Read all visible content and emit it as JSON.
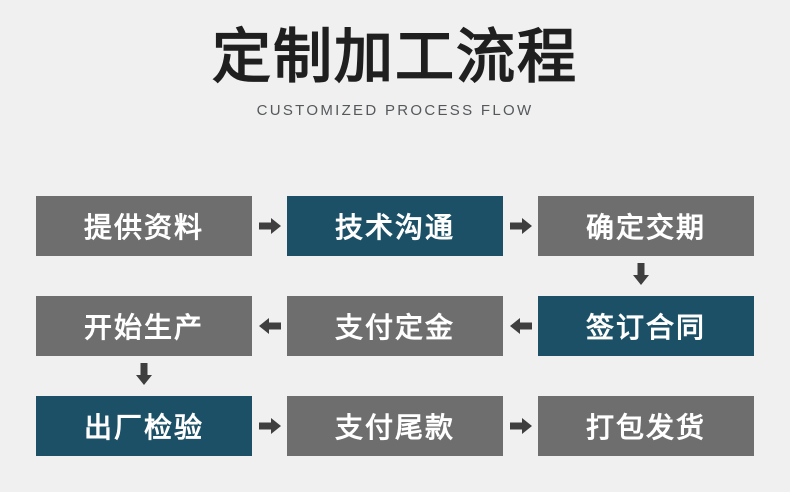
{
  "header": {
    "title": "定制加工流程",
    "subtitle": "CUSTOMIZED PROCESS FLOW"
  },
  "colors": {
    "background": "#f0f0f0",
    "box_gray": "#6e6e6e",
    "box_blue": "#1b5066",
    "arrow": "#3f3f3f",
    "title_text": "#1f1f1f",
    "subtitle_text": "#55595c",
    "box_text": "#ffffff"
  },
  "flow": {
    "rows": [
      {
        "steps": [
          {
            "label": "提供资料",
            "style": "gray"
          },
          {
            "label": "技术沟通",
            "style": "blue"
          },
          {
            "label": "确定交期",
            "style": "gray"
          }
        ],
        "connectors": [
          "arrow-right",
          "arrow-right"
        ]
      },
      {
        "steps": [
          {
            "label": "开始生产",
            "style": "gray"
          },
          {
            "label": "支付定金",
            "style": "gray"
          },
          {
            "label": "签订合同",
            "style": "blue"
          }
        ],
        "connectors": [
          "arrow-left",
          "arrow-left"
        ]
      },
      {
        "steps": [
          {
            "label": "出厂检验",
            "style": "blue"
          },
          {
            "label": "支付尾款",
            "style": "gray"
          },
          {
            "label": "打包发货",
            "style": "gray"
          }
        ],
        "connectors": [
          "arrow-right",
          "arrow-right"
        ]
      }
    ],
    "vertical_connectors": [
      {
        "name": "arrow-down-right-column",
        "icon": "arrow-down-icon"
      },
      {
        "name": "arrow-down-left-column",
        "icon": "arrow-down-icon"
      }
    ]
  }
}
